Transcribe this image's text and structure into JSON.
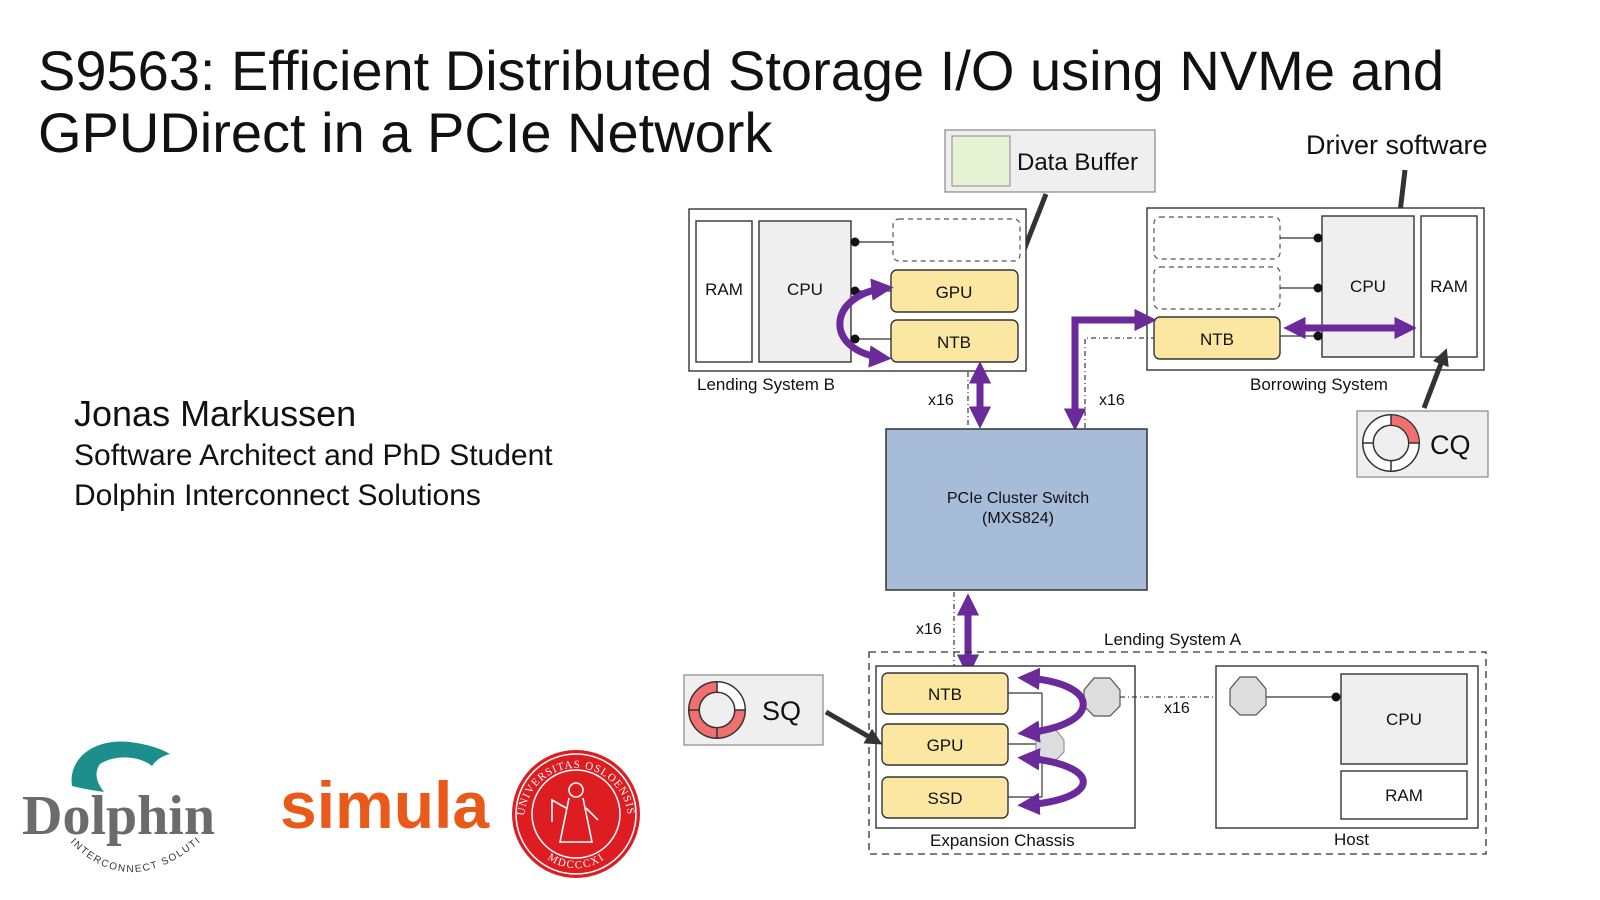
{
  "slide": {
    "title_line1": "S9563: Efficient Distributed Storage I/O using NVMe and",
    "title_line2": "GPUDirect in a PCIe Network"
  },
  "author": {
    "name": "Jonas Markussen",
    "role": "Software Architect and PhD Student",
    "org": "Dolphin Interconnect Solutions"
  },
  "legend": {
    "data_buffer": "Data Buffer",
    "driver_software": "Driver software",
    "cq": "CQ",
    "sq": "SQ"
  },
  "lending_b": {
    "label": "Lending System B",
    "ram": "RAM",
    "cpu": "CPU",
    "gpu": "GPU",
    "ntb": "NTB"
  },
  "borrowing": {
    "label": "Borrowing System",
    "cpu": "CPU",
    "ram": "RAM",
    "ntb": "NTB"
  },
  "switch": {
    "line1": "PCIe Cluster Switch",
    "line2": "(MXS824)"
  },
  "links": {
    "x16_b": "x16",
    "x16_borrow": "x16",
    "x16_a": "x16",
    "x16_host": "x16"
  },
  "lending_a": {
    "label": "Lending System A",
    "chassis_label": "Expansion Chassis",
    "ntb": "NTB",
    "gpu": "GPU",
    "ssd": "SSD",
    "host_label": "Host",
    "host_cpu": "CPU",
    "host_ram": "RAM"
  },
  "logos": {
    "dolphin": "Dolphin",
    "dolphin_sub": "INTERCONNECT SOLUTIONS",
    "simula": "simula",
    "uio_ring": "UNIVERSITAS OSLOENSIS",
    "uio_year": "MDCCCXI"
  },
  "colors": {
    "yellow": "#fbe6a2",
    "switch_blue": "#a7bcd9",
    "purple": "#6a2a9a",
    "buffer_green": "#e6f2d4",
    "simula_orange": "#e8591a",
    "uio_red": "#dd1d21",
    "dolphin_teal": "#1c8f8c"
  }
}
